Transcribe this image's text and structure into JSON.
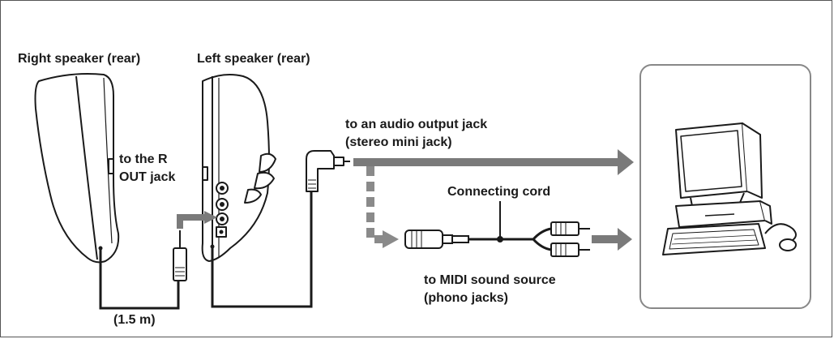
{
  "labels": {
    "right_speaker": "Right speaker (rear)",
    "left_speaker": "Left speaker (rear)",
    "r_out_line1": "to the R",
    "r_out_line2": "OUT jack",
    "audio_out_line1": "to an audio output jack",
    "audio_out_line2": "(stereo mini jack)",
    "connecting_cord": "Connecting cord",
    "midi_line1": "to MIDI sound source",
    "midi_line2": "(phono jacks)",
    "cable_length": "(1.5 m)"
  },
  "colors": {
    "line": "#1a1a1a",
    "arrow": "#7a7a7a",
    "dashed_arrow": "#8a8a8a",
    "background": "#ffffff"
  }
}
